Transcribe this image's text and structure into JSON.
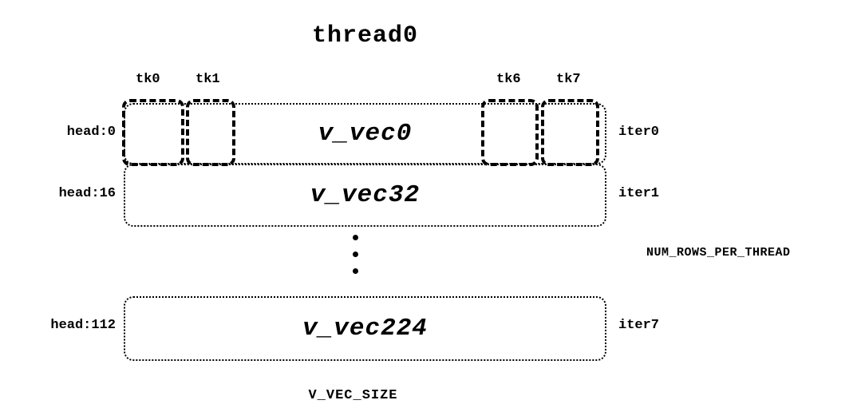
{
  "title": "thread0",
  "tk_labels": [
    "tk0",
    "tk1",
    "tk6",
    "tk7"
  ],
  "rows": [
    {
      "head": "head:0",
      "vec": "v_vec0",
      "iter": "iter0"
    },
    {
      "head": "head:16",
      "vec": "v_vec32",
      "iter": "iter1"
    },
    {
      "head": "head:112",
      "vec": "v_vec224",
      "iter": "iter7"
    }
  ],
  "right_label": "NUM_ROWS_PER_THREAD",
  "bottom_label": "V_VEC_SIZE",
  "colors": {
    "foreground": "#000000",
    "background": "#ffffff"
  }
}
